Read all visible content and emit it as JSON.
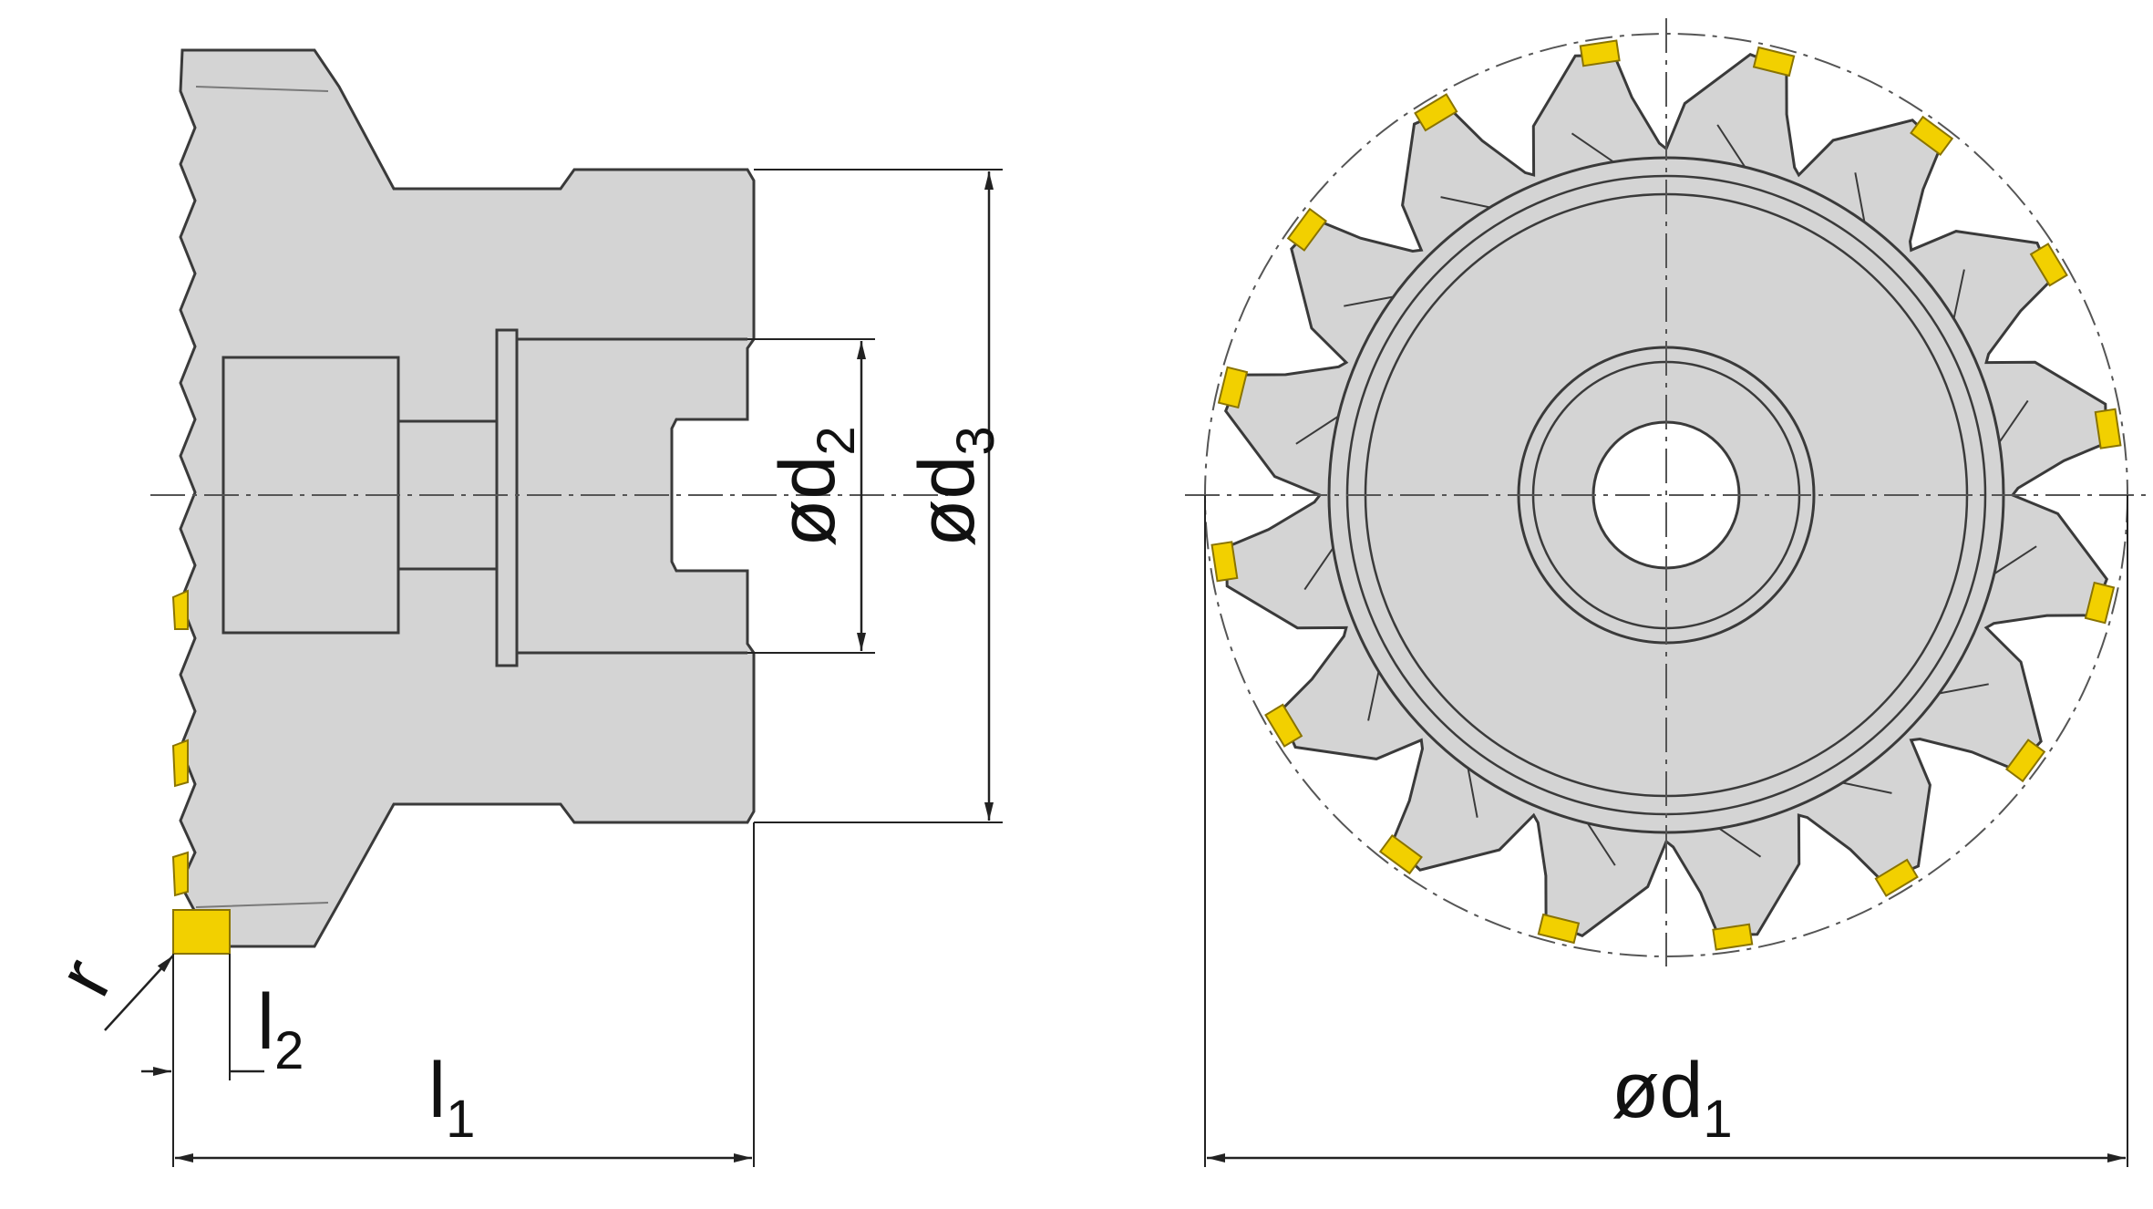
{
  "labels": {
    "d1": {
      "main": "ød",
      "sub": "1"
    },
    "d2": {
      "main": "ød",
      "sub": "2"
    },
    "d3": {
      "main": "ød",
      "sub": "3"
    },
    "l1": {
      "main": "l",
      "sub": "1"
    },
    "l2": {
      "main": "l",
      "sub": "2"
    },
    "r": {
      "main": "r"
    }
  },
  "colors": {
    "body": "#d4d4d4",
    "outline": "#3a3a3a",
    "insert": "#f2d000",
    "insert_edge": "#8a7400",
    "dimension": "#222222",
    "centerline": "#555555"
  },
  "cutter": {
    "insert_count": 16
  }
}
